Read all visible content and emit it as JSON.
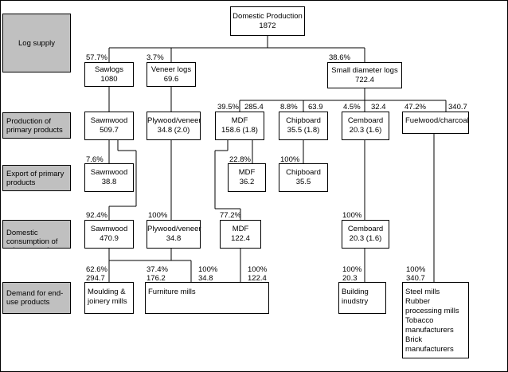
{
  "categories": {
    "log_supply": "Log supply",
    "production": "Production of primary products",
    "export": "Export of primary products",
    "domestic": "Domestic consumption of primary products",
    "demand": "Demand for end-use products"
  },
  "nodes": {
    "domestic_production": {
      "name": "Domestic Production",
      "value": "1872"
    },
    "sawlogs": {
      "name": "Sawlogs",
      "value": "1080"
    },
    "veneer_logs": {
      "name": "Veneer logs",
      "value": "69.6"
    },
    "small_logs": {
      "name": "Small diameter logs",
      "value": "722.4"
    },
    "sawnwood_prod": {
      "name": "Sawnwood",
      "value": "509.7"
    },
    "plywood_prod": {
      "name": "Plywood/veneer",
      "value": "34.8 (2.0)"
    },
    "mdf_prod": {
      "name": "MDF",
      "value": "158.6 (1.8)"
    },
    "chipboard_prod": {
      "name": "Chipboard",
      "value": "35.5 (1.8)"
    },
    "cemboard_prod": {
      "name": "Cemboard",
      "value": "20.3 (1.6)"
    },
    "fuelwood_prod": {
      "name": "Fuelwood/charcoal",
      "value": ""
    },
    "sawnwood_exp": {
      "name": "Sawnwood",
      "value": "38.8"
    },
    "mdf_exp": {
      "name": "MDF",
      "value": "36.2"
    },
    "chipboard_exp": {
      "name": "Chipboard",
      "value": "35.5"
    },
    "sawnwood_dom": {
      "name": "Sawnwood",
      "value": "470.9"
    },
    "plywood_dom": {
      "name": "Plywood/veneer",
      "value": "34.8"
    },
    "mdf_dom": {
      "name": "MDF",
      "value": "122.4"
    },
    "cemboard_dom": {
      "name": "Cemboard",
      "value": "20.3 (1.6)"
    },
    "moulding": {
      "name": "Moulding & joinery mills"
    },
    "furniture": {
      "name": "Furniture mills"
    },
    "building": {
      "name": "Building inudstry"
    },
    "steel_etc": {
      "lines": [
        "Steel mills",
        "Rubber processing mills",
        "Tobacco manufacturers",
        "Brick manufacturers"
      ]
    }
  },
  "flow_labels": {
    "p_sawlogs": "57.7%",
    "p_veneer": "3.7%",
    "p_small": "38.6%",
    "p_mdf": "39.5%",
    "v_mdf": "285.4",
    "p_chip": "8.8%",
    "v_chip": "63.9",
    "p_cem": "4.5%",
    "v_cem": "32.4",
    "p_fuel": "47.2%",
    "v_fuel": "340.7",
    "p_sawn_exp": "7.6%",
    "p_mdf_exp": "22.8%",
    "p_chip_exp": "100%",
    "p_sawn_dom": "92.4%",
    "p_ply_dom": "100%",
    "p_mdf_dom": "77.2%",
    "p_cem_dom": "100%",
    "p_moulding": "62.6%",
    "v_moulding": "294.7",
    "p_furn_sawn": "37.4%",
    "v_furn_sawn": "176.2",
    "p_furn_ply": "100%",
    "v_furn_ply": "34.8",
    "p_furn_mdf": "100%",
    "v_furn_mdf": "122.4",
    "p_building": "100%",
    "v_building": "20.3",
    "p_steel": "100%",
    "v_steel": "340.7"
  }
}
